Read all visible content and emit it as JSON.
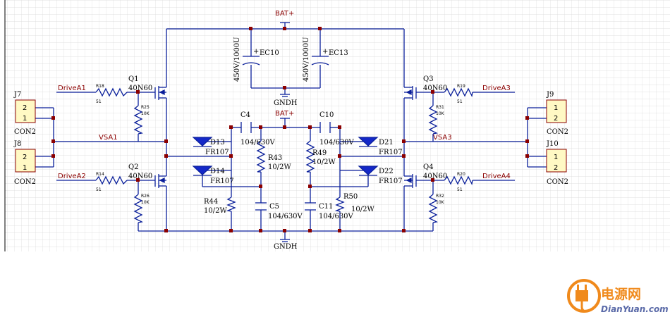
{
  "nets": {
    "bat_top": "BAT+",
    "bat_mid": "BAT+",
    "gnd_top": "GNDH",
    "gnd_bottom": "GNDH",
    "vsa1": "VSA1",
    "vsa3": "VSA3",
    "drive_a1": "DriveA1",
    "drive_a2": "DriveA2",
    "drive_a3": "DriveA3",
    "drive_a4": "DriveA4"
  },
  "mosfets": {
    "q1": {
      "ref": "Q1",
      "value": "40N60"
    },
    "q2": {
      "ref": "Q2",
      "value": "40N60"
    },
    "q3": {
      "ref": "Q3",
      "value": "40N60"
    },
    "q4": {
      "ref": "Q4",
      "value": "40N60"
    }
  },
  "resistors": {
    "r18": {
      "ref": "R18",
      "value": "51"
    },
    "r14": {
      "ref": "R14",
      "value": "51"
    },
    "r19": {
      "ref": "R19",
      "value": "51"
    },
    "r20": {
      "ref": "R20",
      "value": "51"
    },
    "r25": {
      "ref": "R25",
      "value": "10K"
    },
    "r26": {
      "ref": "R26",
      "value": "10K"
    },
    "r31": {
      "ref": "R31",
      "value": "10K"
    },
    "r32": {
      "ref": "R32",
      "value": "10K"
    },
    "r43": {
      "ref": "R43",
      "value": "10/2W"
    },
    "r44": {
      "ref": "R44",
      "value": "10/2W"
    },
    "r49": {
      "ref": "R49",
      "value": "10/2W"
    },
    "r50": {
      "ref": "R50",
      "value": "10/2W"
    }
  },
  "capacitors": {
    "ec10": {
      "ref": "EC10",
      "value": "450V/1000U"
    },
    "ec13": {
      "ref": "EC13",
      "value": "450V/1000U"
    },
    "c4": {
      "ref": "C4",
      "value": "104/630V"
    },
    "c5": {
      "ref": "C5",
      "value": "104/630V"
    },
    "c10": {
      "ref": "C10",
      "value": "104/630V"
    },
    "c11": {
      "ref": "C11",
      "value": "104/630V"
    }
  },
  "diodes": {
    "d13": {
      "ref": "D13",
      "value": "FR107"
    },
    "d14": {
      "ref": "D14",
      "value": "FR107"
    },
    "d21": {
      "ref": "D21",
      "value": "FR107"
    },
    "d22": {
      "ref": "D22",
      "value": "FR107"
    }
  },
  "connectors": {
    "j7": {
      "ref": "J7",
      "type": "CON2",
      "pins": [
        "2",
        "1"
      ]
    },
    "j8": {
      "ref": "J8",
      "type": "CON2",
      "pins": [
        "2",
        "1"
      ]
    },
    "j9": {
      "ref": "J9",
      "type": "CON2",
      "pins": [
        "1",
        "2"
      ]
    },
    "j10": {
      "ref": "J10",
      "type": "CON2",
      "pins": [
        "1",
        "2"
      ]
    }
  },
  "watermark": {
    "brand_cn": "电源网",
    "site": "DianYuan.com"
  },
  "colors": {
    "wire": "#0a1f9a",
    "label": "#8b0000",
    "grid": "#d9d9d9",
    "connector_fill": "#fff9c4",
    "logo_orange": "#f08a1c"
  }
}
